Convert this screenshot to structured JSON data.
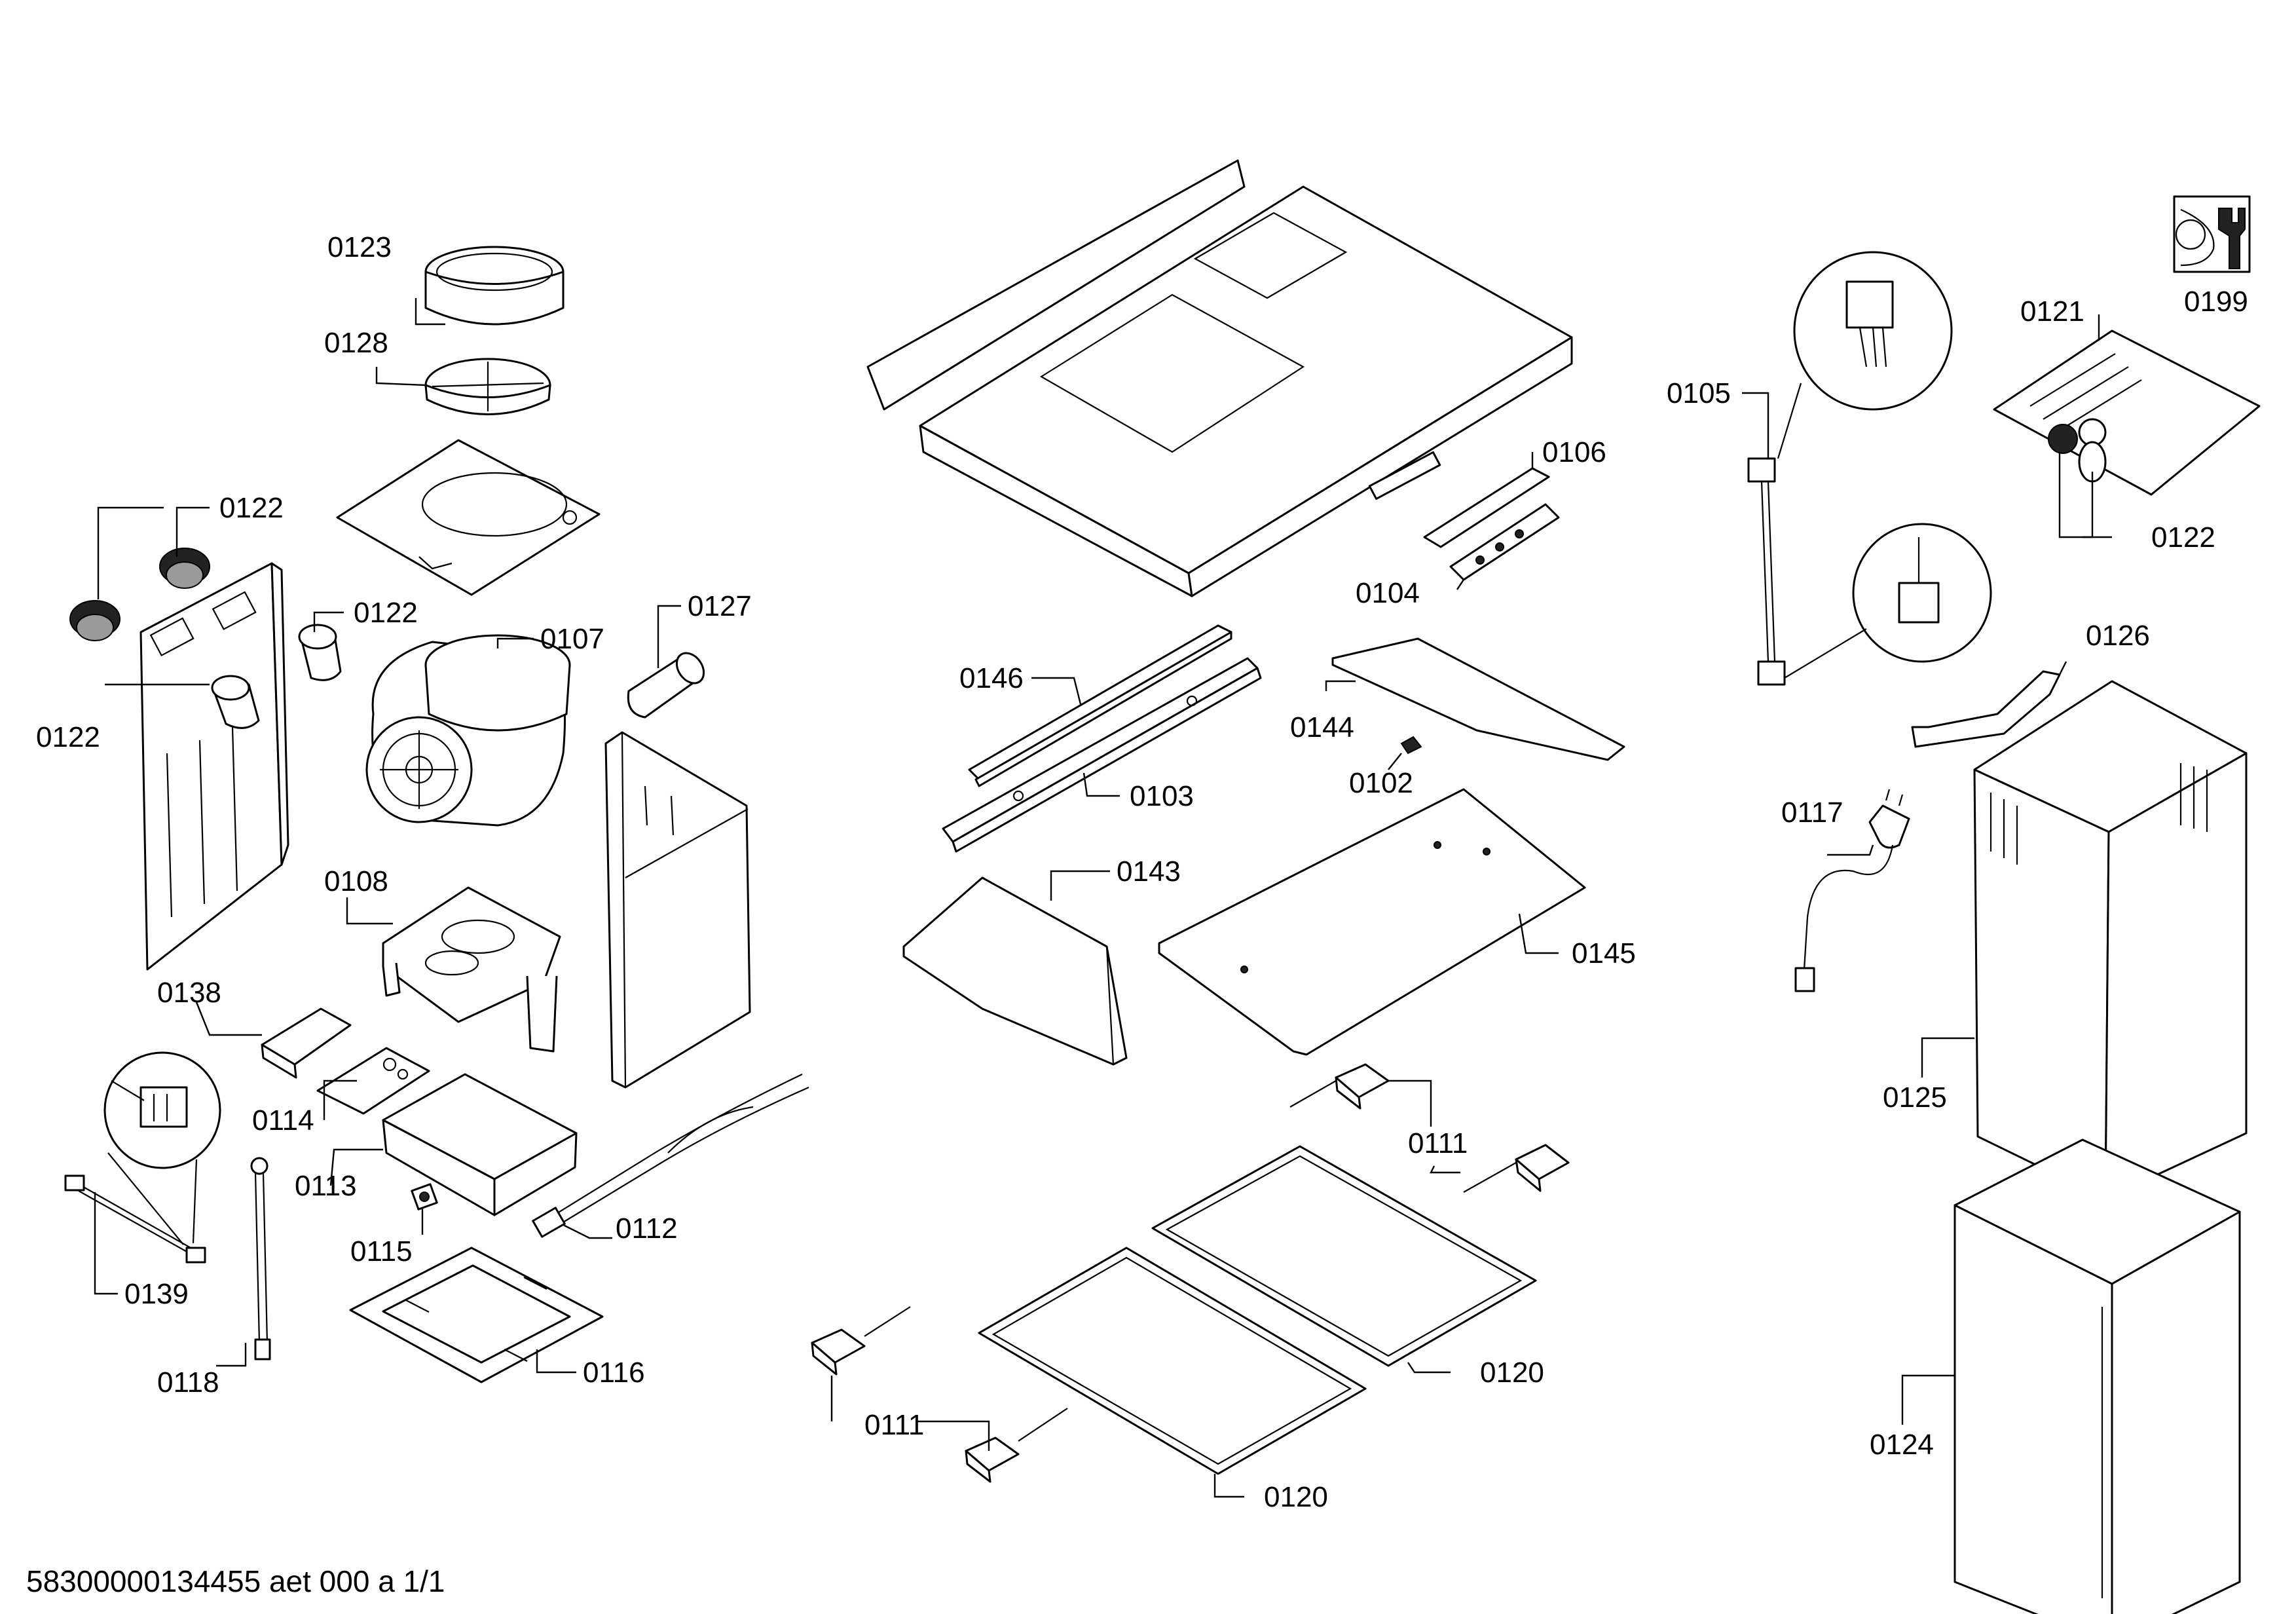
{
  "labels": {
    "p0123": "0123",
    "p0128": "0128",
    "p0122_a": "0122",
    "p0122_b": "0122",
    "p0122_c": "0122",
    "p0122_d": "0122",
    "p0107": "0107",
    "p0127": "0127",
    "p0108": "0108",
    "p0138": "0138",
    "p0114": "0114",
    "p0113": "0113",
    "p0115": "0115",
    "p0112": "0112",
    "p0139": "0139",
    "p0118": "0118",
    "p0116": "0116",
    "p0146": "0146",
    "p0103": "0103",
    "p0143": "0143",
    "p0106": "0106",
    "p0104": "0104",
    "p0144": "0144",
    "p0102": "0102",
    "p0145": "0145",
    "p0111_a": "0111",
    "p0111_b": "0111",
    "p0120_a": "0120",
    "p0120_b": "0120",
    "p0105": "0105",
    "p0121": "0121",
    "p0199": "0199",
    "p0126": "0126",
    "p0117": "0117",
    "p0125": "0125",
    "p0124": "0124"
  },
  "footer": {
    "doc_id": "58300000134455 aet 000 a 1/1"
  },
  "icons": {
    "service": "wrench-icon"
  }
}
